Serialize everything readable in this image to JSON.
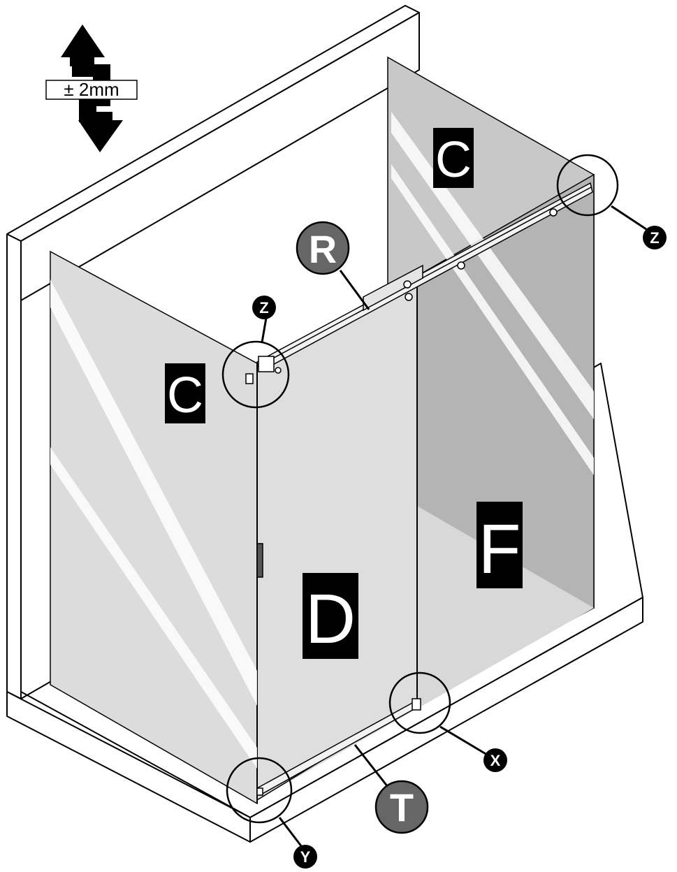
{
  "tolerance": {
    "text": "± 2mm"
  },
  "panels": {
    "left_fixed": "C",
    "back_fixed": "C",
    "sliding_door": "D",
    "inner_fixed": "F"
  },
  "callouts": {
    "rail": "R",
    "track": "T",
    "detail_top_left": "Z",
    "detail_top_right": "Z",
    "detail_bottom_center": "X",
    "detail_bottom_left": "Y"
  },
  "colors": {
    "line": "#000000",
    "wall_fill": "#ffffff",
    "glass_light": "#dcdcdc",
    "glass_mid": "#c8c8c8",
    "glass_dark": "#b4b4b4",
    "callout_grey": "#666666",
    "label_bg": "#000000"
  }
}
